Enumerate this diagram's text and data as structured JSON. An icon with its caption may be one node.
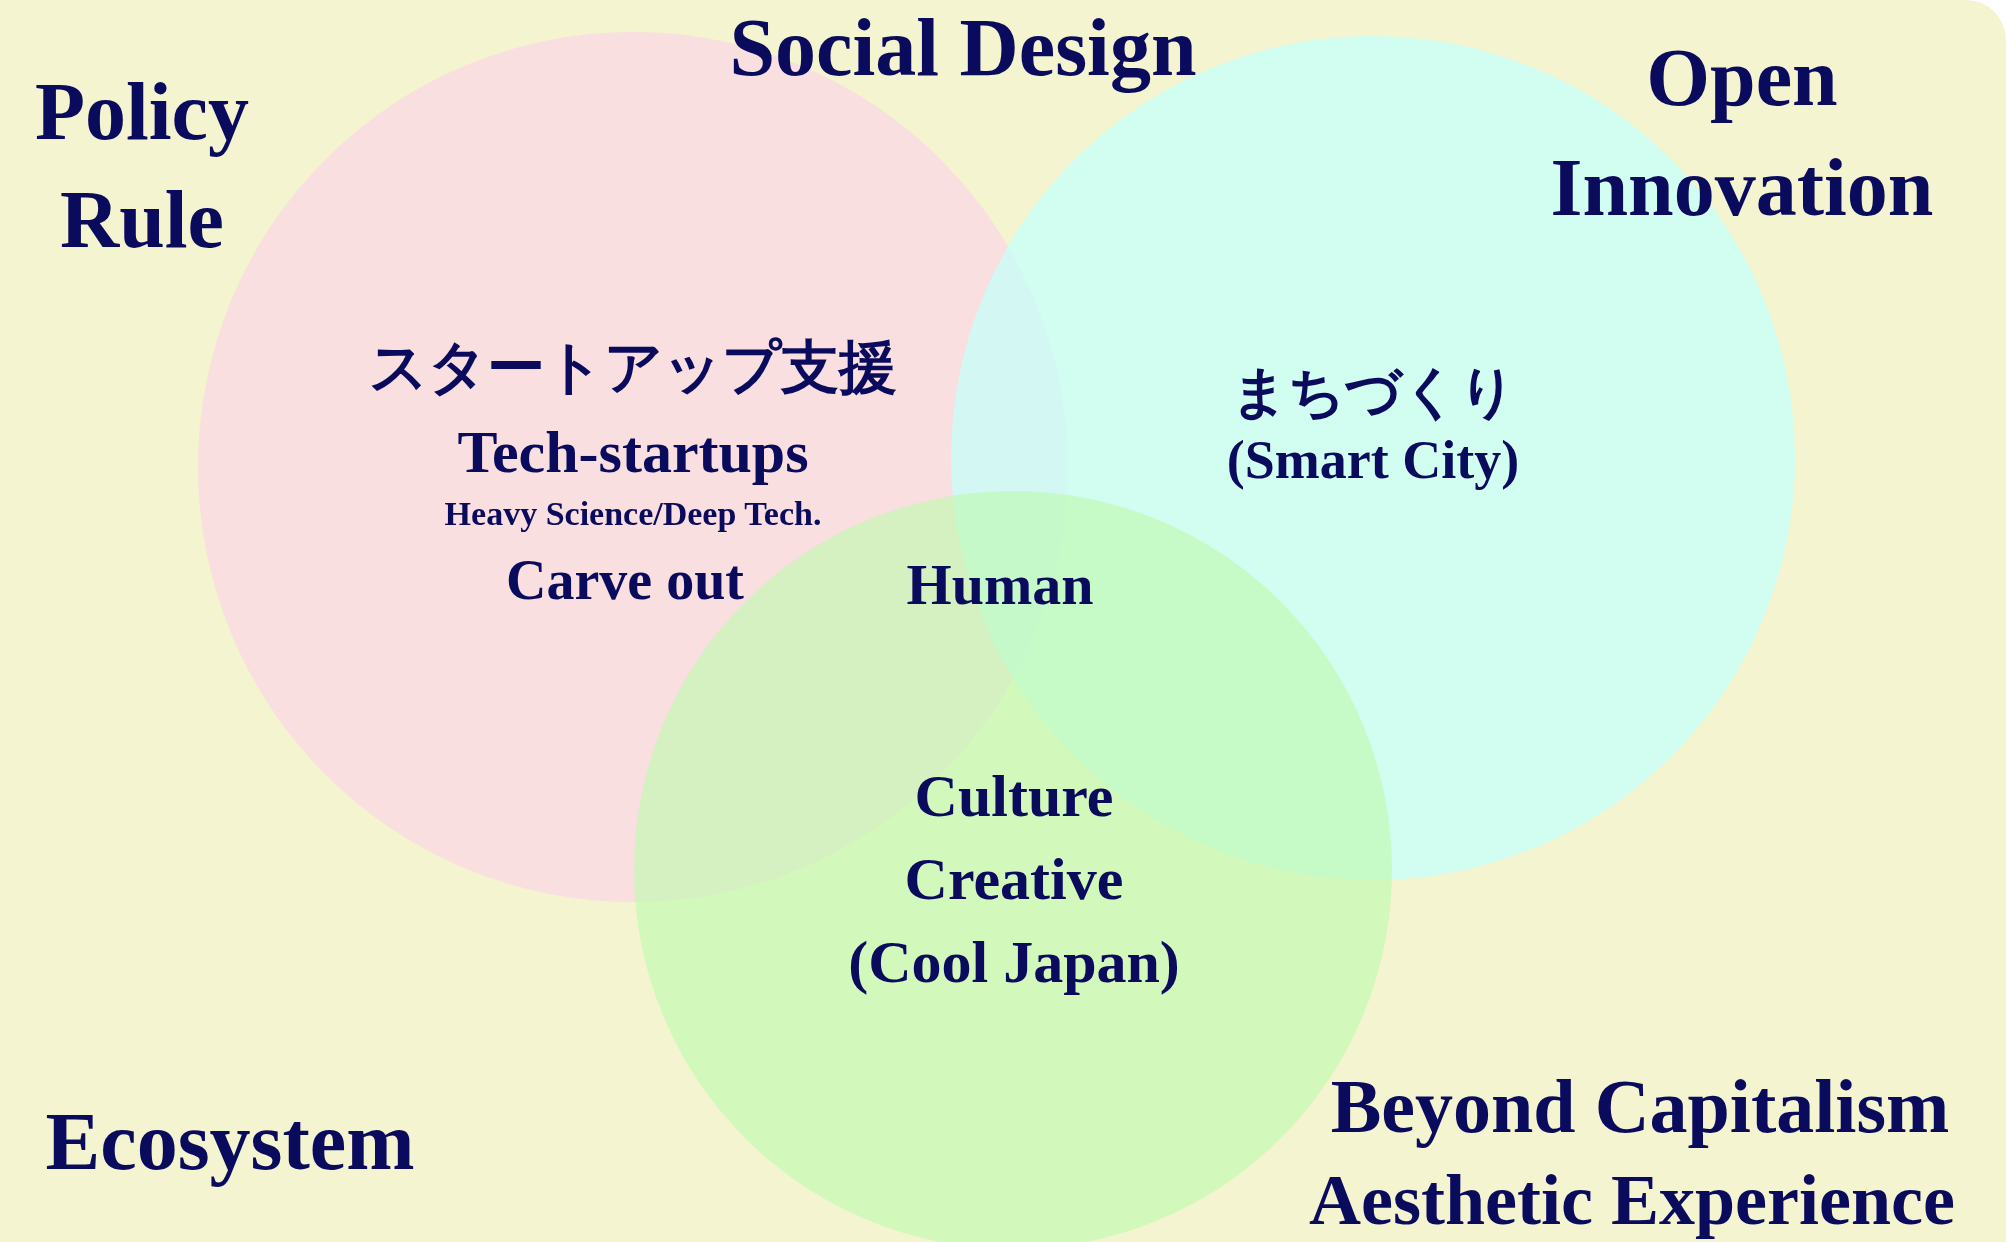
{
  "diagram": {
    "nodes": [
      {
        "text": [
          "スタートアップ支援",
          "Tech-startups",
          "Heavy Science/Deep Tech.",
          "Carve out"
        ]
      },
      {
        "text": [
          "まちづくり",
          "(Smart City)"
        ]
      },
      {
        "text": [
          "Culture",
          "Creative",
          "(Cool Japan)"
        ]
      }
    ],
    "labels": [
      "Social Design",
      "Policy Rule",
      "Open Innovation",
      "Human",
      "Ecosystem",
      "Beyond Capitalism",
      "Aesthetic Experience"
    ]
  }
}
